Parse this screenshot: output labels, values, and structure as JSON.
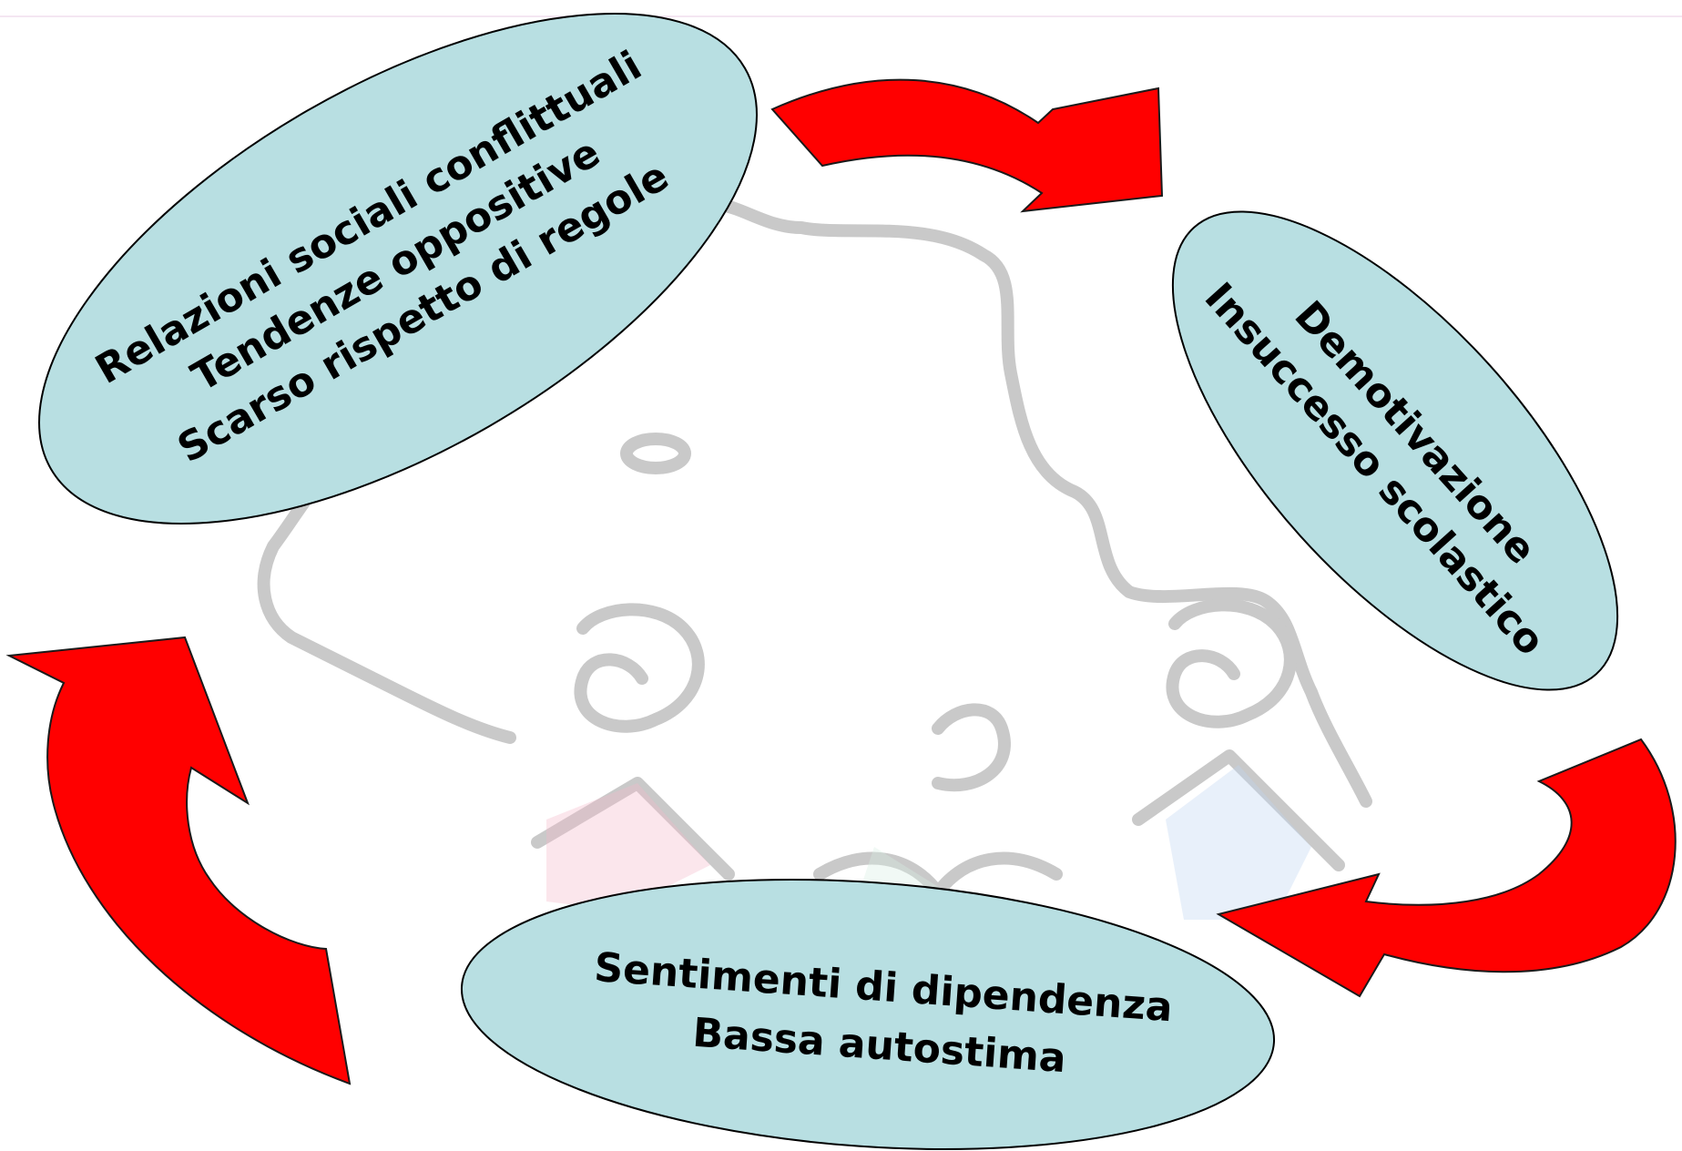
{
  "diagram": {
    "type": "cycle",
    "colors": {
      "node_fill": "#b8dfe2",
      "node_stroke": "#000000",
      "arrow_fill": "#ff0000",
      "arrow_stroke": "#1a1a1a",
      "background_drawing": "#c8c8c8"
    },
    "nodes": [
      {
        "id": "social",
        "lines": [
          "Relazioni sociali conflittuali",
          "Tendenze oppositive",
          "Scarso rispetto di regole"
        ]
      },
      {
        "id": "motivation",
        "lines": [
          "Demotivazione",
          "Insuccesso scolastico"
        ]
      },
      {
        "id": "selfesteem",
        "lines": [
          "Sentimenti di dipendenza",
          "Bassa autostima"
        ]
      }
    ],
    "edges": [
      {
        "from": "social",
        "to": "motivation"
      },
      {
        "from": "motivation",
        "to": "selfesteem"
      },
      {
        "from": "selfesteem",
        "to": "social"
      }
    ],
    "background_icon": "watermark-face-drawing-icon"
  }
}
